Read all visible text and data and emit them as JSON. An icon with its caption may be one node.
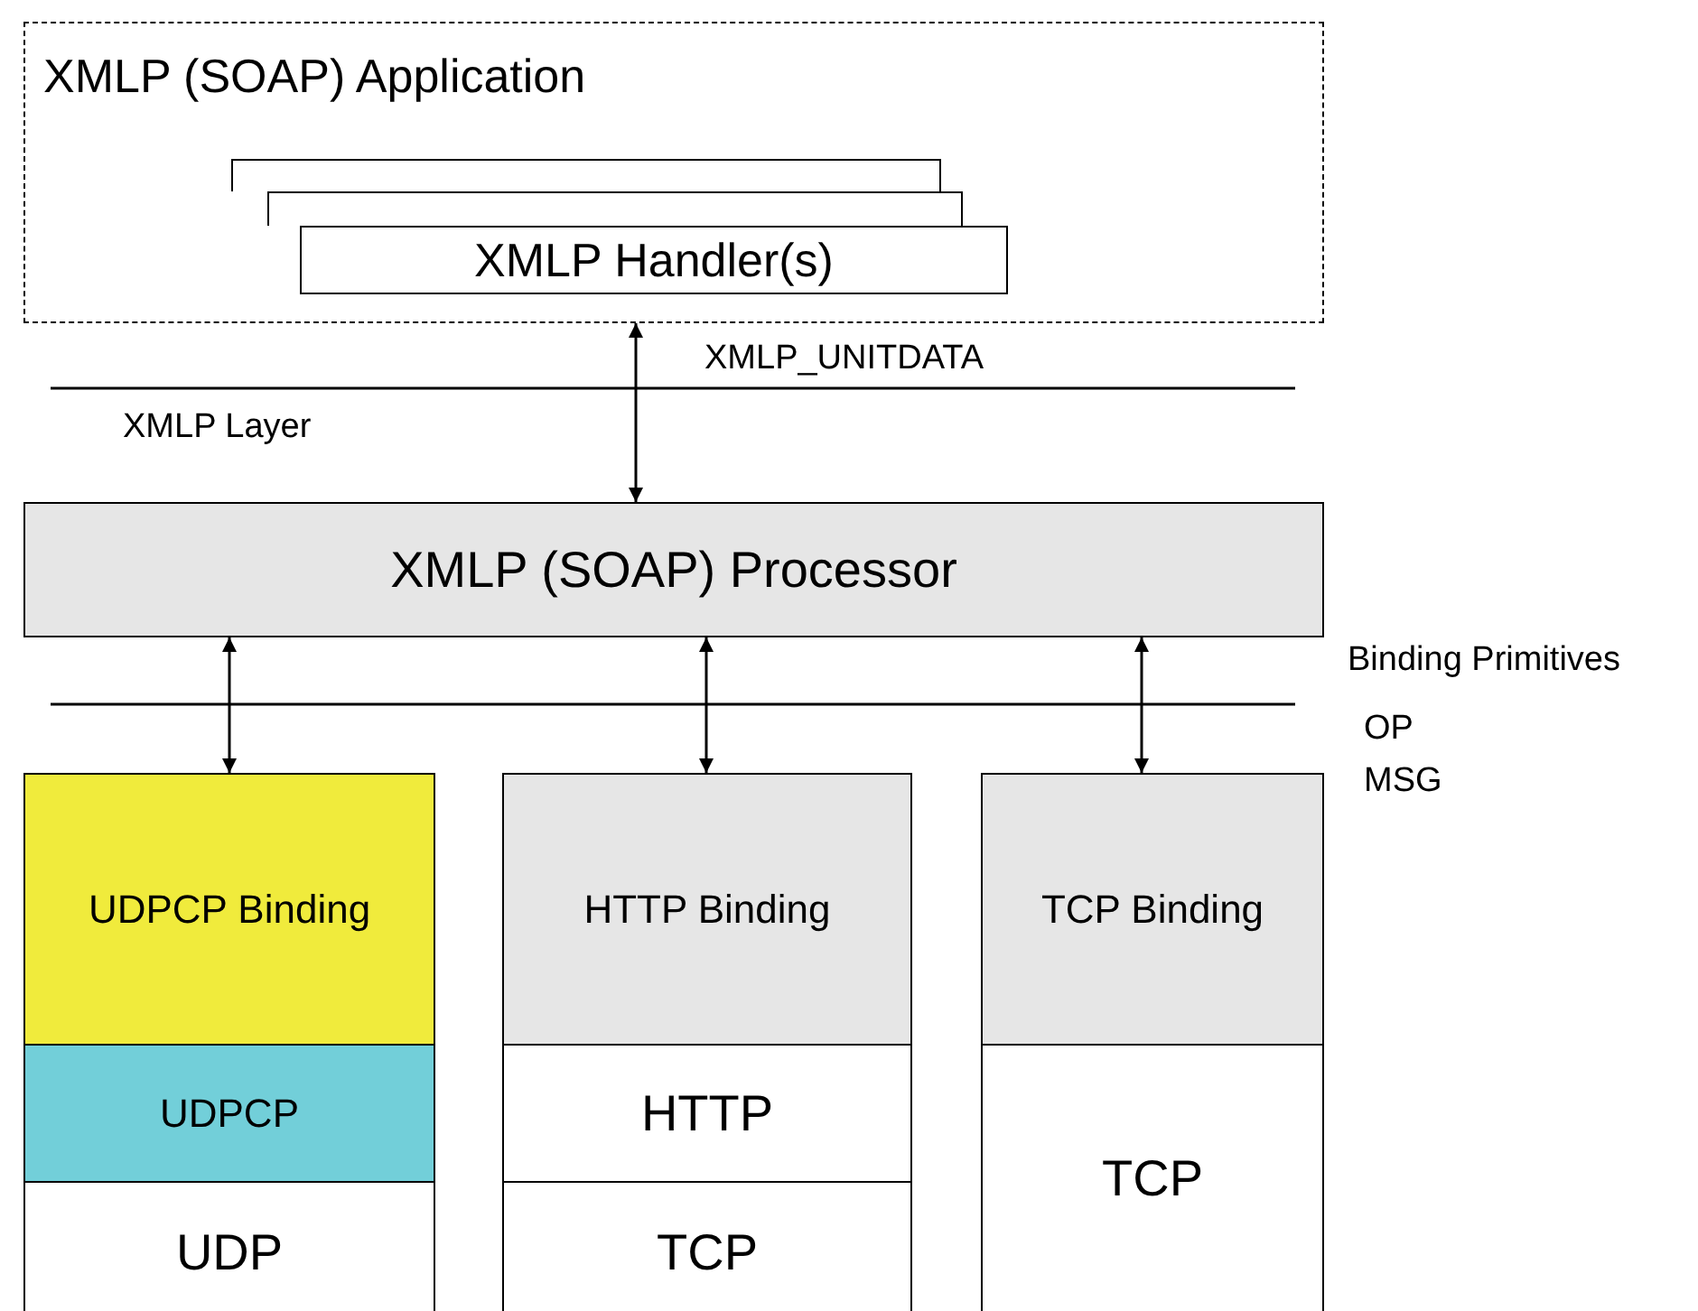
{
  "diagram": {
    "nodes": [
      {
        "text": [
          "XMLP (SOAP) Application"
        ]
      },
      {
        "text": [],
        "shape": "box",
        "in": 0
      },
      {
        "text": [],
        "shape": "box",
        "in": 0
      },
      {
        "text": [
          "XMLP Handler(s)"
        ],
        "in": 0
      },
      {
        "text": [
          "XMLP (SOAP) Processor"
        ]
      },
      {
        "text": [
          "UDPCP Binding"
        ]
      },
      {
        "text": [
          "UDPCP"
        ]
      },
      {
        "text": [
          "UDP"
        ]
      },
      {
        "text": [
          "HTTP Binding"
        ]
      },
      {
        "text": [
          "HTTP"
        ]
      },
      {
        "text": [
          "TCP"
        ]
      },
      {
        "text": [
          "TCP Binding"
        ]
      },
      {
        "text": [
          "TCP"
        ]
      }
    ],
    "edges": [
      {
        "from": 0,
        "to": 4,
        "arrow": "both"
      },
      {
        "from": 4,
        "to": 5,
        "arrow": "both"
      },
      {
        "from": 4,
        "to": 8,
        "arrow": "both"
      },
      {
        "from": 4,
        "to": 11,
        "arrow": "both"
      }
    ],
    "labels": [
      "XMLP_UNITDATA",
      "XMLP Layer",
      "Binding Primitives",
      "OP",
      "MSG"
    ]
  }
}
